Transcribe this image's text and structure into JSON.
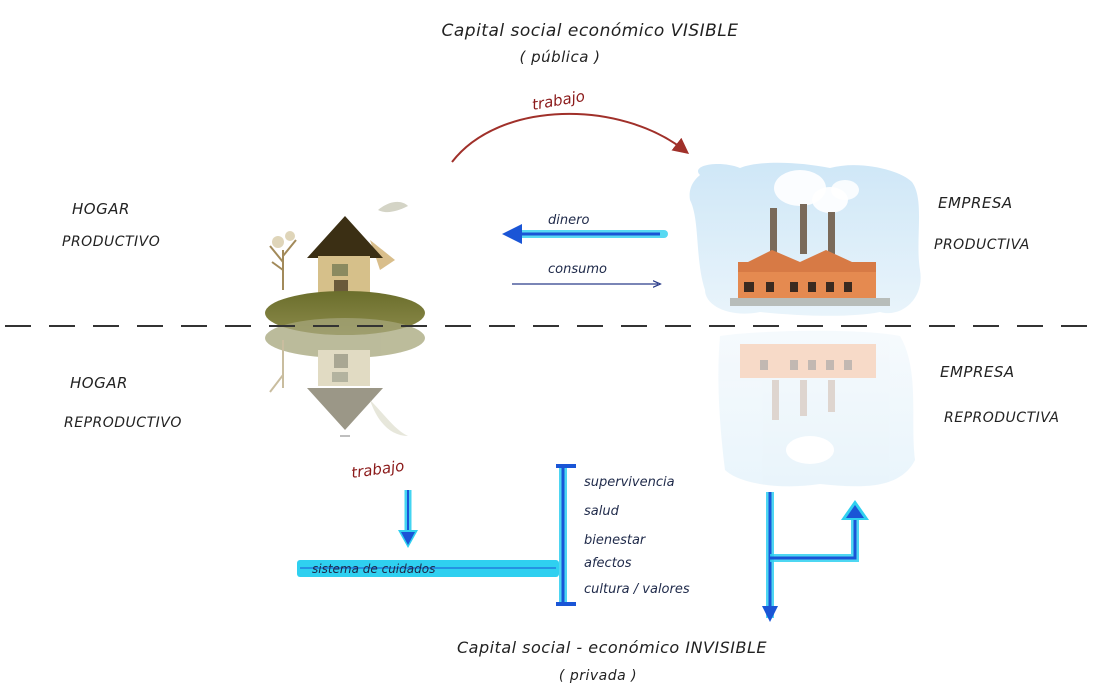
{
  "top_title": {
    "line1": "Capital social económico VISIBLE",
    "line2": "( pública )"
  },
  "bottom_title": {
    "line1": "Capital social - económico INVISIBLE",
    "line2": "( privada )"
  },
  "labels": {
    "hogar_productivo_1": "HOGAR",
    "hogar_productivo_2": "PRODUCTIVO",
    "hogar_reproductivo_1": "HOGAR",
    "hogar_reproductivo_2": "REPRODUCTIVO",
    "empresa_productiva_1": "EMPRESA",
    "empresa_productiva_2": "PRODUCTIVA",
    "empresa_reproductiva_1": "EMPRESA",
    "empresa_reproductiva_2": "REPRODUCTIVA",
    "trabajo_top": "trabajo",
    "trabajo_bottom": "trabajo",
    "dinero": "dinero",
    "consumo": "consumo",
    "sistema_cuidados": "sistema de cuidados"
  },
  "bracket_items": [
    "supervivencia",
    "salud",
    "bienestar",
    "afectos",
    "cultura / valores"
  ],
  "colors": {
    "blue_arrow": "#1a55d6",
    "cyan_glow": "#2fd0f0",
    "red_arrow": "#a0302a",
    "dashed_line": "#333333"
  },
  "icons": {
    "house": "house-icon",
    "factory": "factory-icon"
  }
}
